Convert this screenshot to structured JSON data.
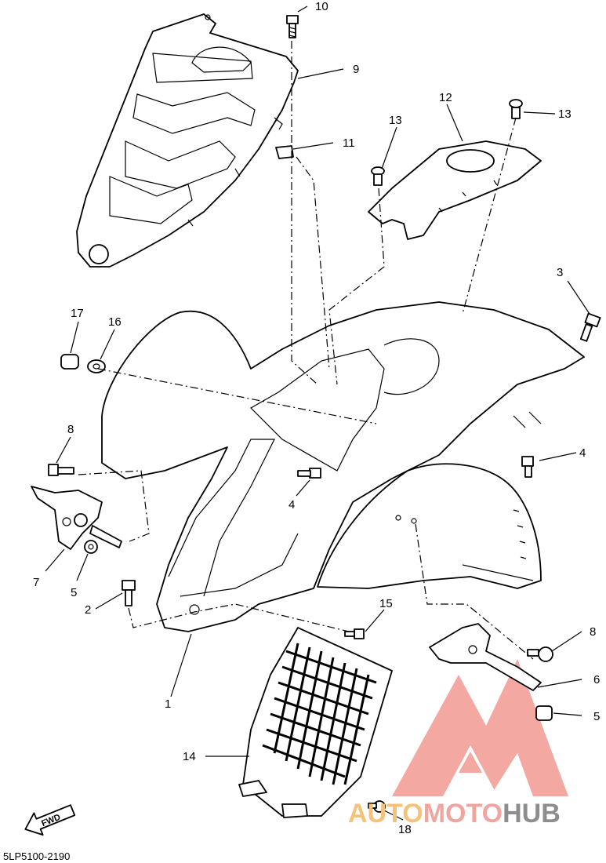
{
  "callouts": [
    {
      "id": "c10",
      "text": "10"
    },
    {
      "id": "c9",
      "text": "9"
    },
    {
      "id": "c11",
      "text": "11"
    },
    {
      "id": "c12",
      "text": "12"
    },
    {
      "id": "c13a",
      "text": "13"
    },
    {
      "id": "c13b",
      "text": "13"
    },
    {
      "id": "c3",
      "text": "3"
    },
    {
      "id": "c17",
      "text": "17"
    },
    {
      "id": "c16",
      "text": "16"
    },
    {
      "id": "c8a",
      "text": "8"
    },
    {
      "id": "c4a",
      "text": "4"
    },
    {
      "id": "c4b",
      "text": "4"
    },
    {
      "id": "c7",
      "text": "7"
    },
    {
      "id": "c5a",
      "text": "5"
    },
    {
      "id": "c2",
      "text": "2"
    },
    {
      "id": "c15",
      "text": "15"
    },
    {
      "id": "c8b",
      "text": "8"
    },
    {
      "id": "c6",
      "text": "6"
    },
    {
      "id": "c5b",
      "text": "5"
    },
    {
      "id": "c1",
      "text": "1"
    },
    {
      "id": "c14",
      "text": "14"
    },
    {
      "id": "c18",
      "text": "18"
    }
  ],
  "fwd_label": "FWD",
  "drawing_code": "5LP5100-2190",
  "watermark": {
    "part1": "AUTO",
    "part2": "MOTO",
    "part3": "HUB",
    "color_logo": "#f08b84"
  }
}
